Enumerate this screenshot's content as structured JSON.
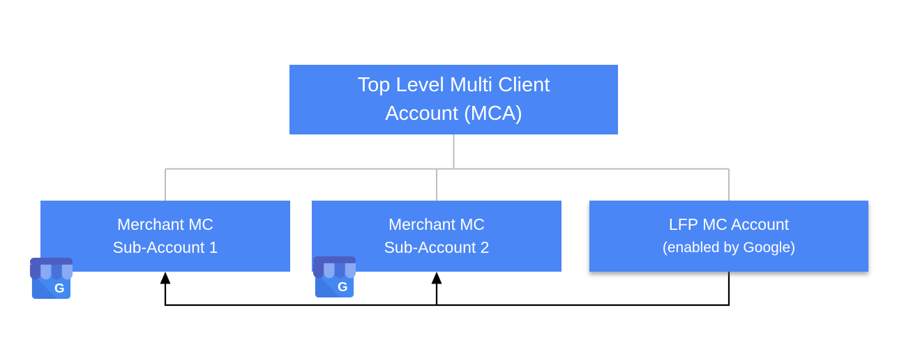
{
  "diagram": {
    "type": "hierarchy-flow-diagram",
    "nodes": {
      "mca": {
        "line1": "Top Level Multi Client",
        "line2": "Account (MCA)"
      },
      "sub1": {
        "line1": "Merchant MC",
        "line2": "Sub-Account 1"
      },
      "sub2": {
        "line1": "Merchant MC",
        "line2": "Sub-Account 2"
      },
      "lfp": {
        "line1": "LFP MC Account",
        "line2": "(enabled by Google)"
      }
    },
    "edges": {
      "hierarchy": [
        {
          "from": "mca",
          "to": "sub1"
        },
        {
          "from": "mca",
          "to": "sub2"
        },
        {
          "from": "mca",
          "to": "lfp"
        }
      ],
      "arrows": [
        {
          "from": "lfp",
          "to": "sub1"
        },
        {
          "from": "lfp",
          "to": "sub2"
        }
      ]
    },
    "icons": {
      "gmb_icon": {
        "name": "google-my-business-icon",
        "letter": "G",
        "attached_to": [
          "sub1",
          "sub2"
        ]
      }
    }
  },
  "colors": {
    "background": "#ffffff",
    "node_fill": "#4a86f5",
    "node_text": "#ffffff",
    "tree_line": "#bdbdbd",
    "flow_line": "#000000",
    "icon_body": "#4489f2",
    "icon_shade": "#3d7ae4",
    "icon_awning_dark": "#4d5ec1",
    "icon_awning_mid": "#4a71d9",
    "icon_awning_light": "#87aaf2"
  }
}
